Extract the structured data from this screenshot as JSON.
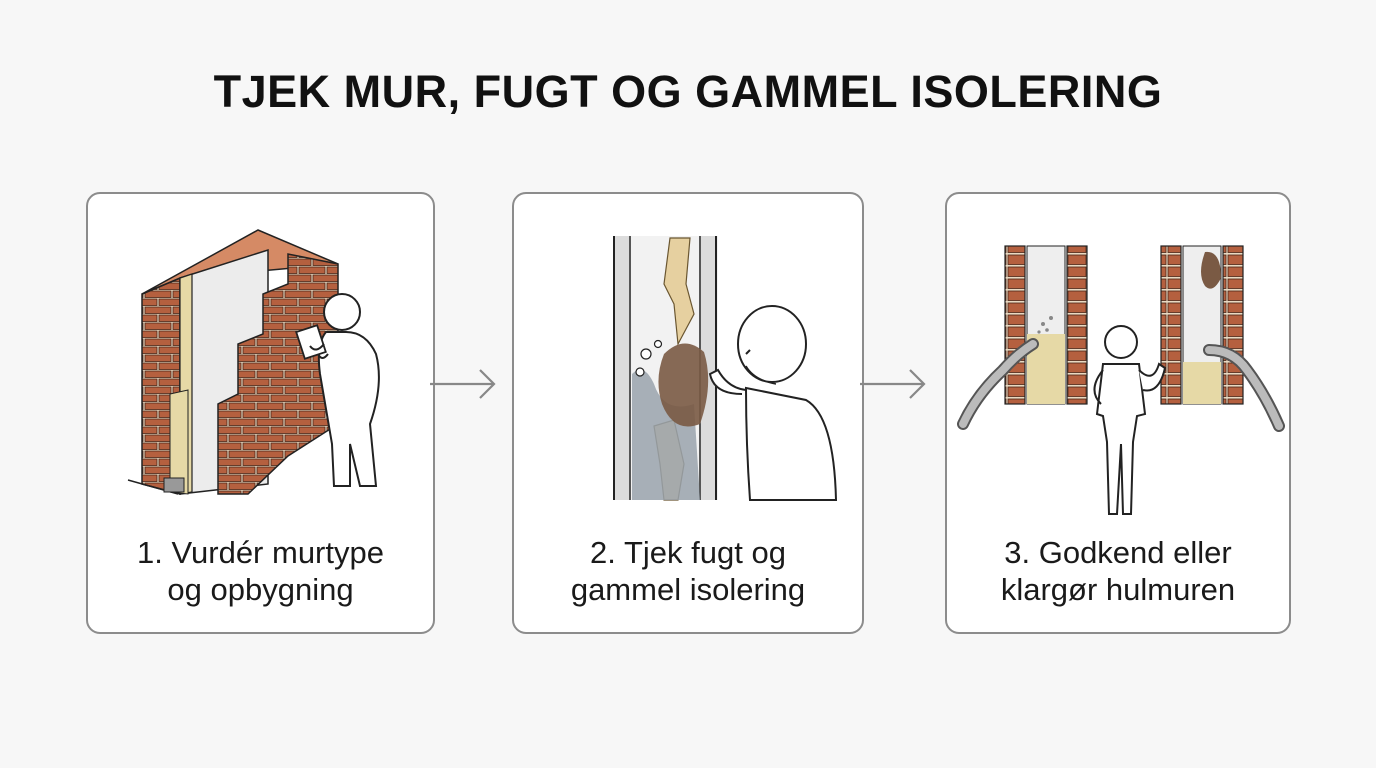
{
  "title": "TJEK MUR, FUGT OG GAMMEL ISOLERING",
  "steps": [
    {
      "line1": "1. Vurdér murtype",
      "line2": "og opbygning",
      "icon": "brick-wall-inspection-icon"
    },
    {
      "line1": "2. Tjek fugt og",
      "line2": "gammel isolering",
      "icon": "moisture-cavity-icon"
    },
    {
      "line1": "3. Godkend eller",
      "line2": "klargør hulmuren",
      "icon": "cavity-fill-icon"
    }
  ],
  "colors": {
    "brick": "#b5603f",
    "mortar": "#e9d9c2",
    "insulation": "#e6d9a6",
    "mold": "#7a5a44",
    "damp": "#9aa3ad",
    "outline": "#222222",
    "card_border": "#8c8c8c"
  }
}
